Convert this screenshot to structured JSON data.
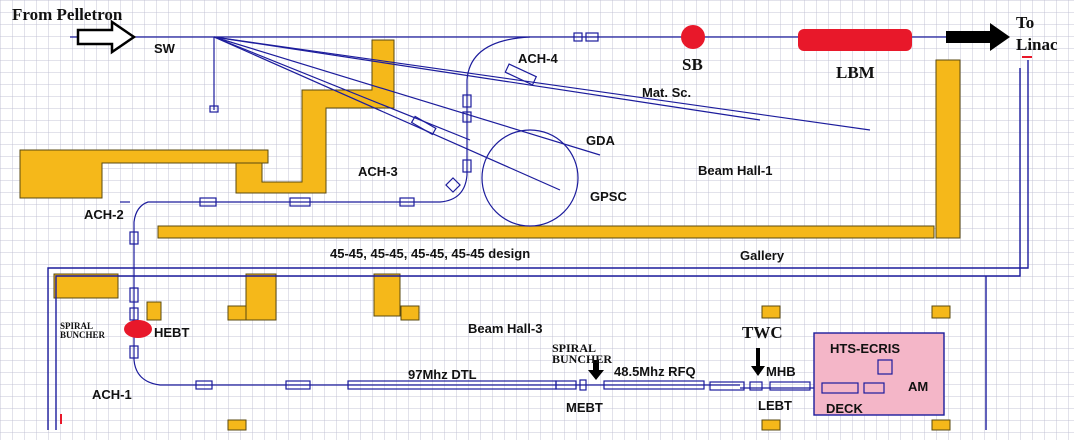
{
  "labels": {
    "from_pelletron": "From Pelletron",
    "to_linac_1": "To",
    "to_linac_2": "Linac",
    "sw": "SW",
    "ach4": "ACH-4",
    "sb": "SB",
    "lbm": "LBM",
    "mat_sc": "Mat. Sc.",
    "gda": "GDA",
    "ach3": "ACH-3",
    "gpsc": "GPSC",
    "beam_hall_1": "Beam Hall-1",
    "ach2": "ACH-2",
    "design": "45-45, 45-45, 45-45, 45-45 design",
    "gallery": "Gallery",
    "spiral_buncher_left_1": "SPIRAL",
    "spiral_buncher_left_2": "BUNCHER",
    "hebt": "HEBT",
    "beam_hall_3": "Beam Hall-3",
    "twc": "TWC",
    "hts_ecris": "HTS-ECRIS",
    "spiral_buncher_mid_1": "SPIRAL",
    "spiral_buncher_mid_2": "BUNCHER",
    "dtl": "97Mhz DTL",
    "rfq": "48.5Mhz RFQ",
    "mhb": "MHB",
    "am": "AM",
    "ach1": "ACH-1",
    "mebt": "MEBT",
    "lebt": "LEBT",
    "deck": "DECK"
  },
  "colors": {
    "beamline": "#1c1c9c",
    "wall": "#f5b81a",
    "marker": "#e8182a",
    "source_box": "#f4b6c8"
  }
}
